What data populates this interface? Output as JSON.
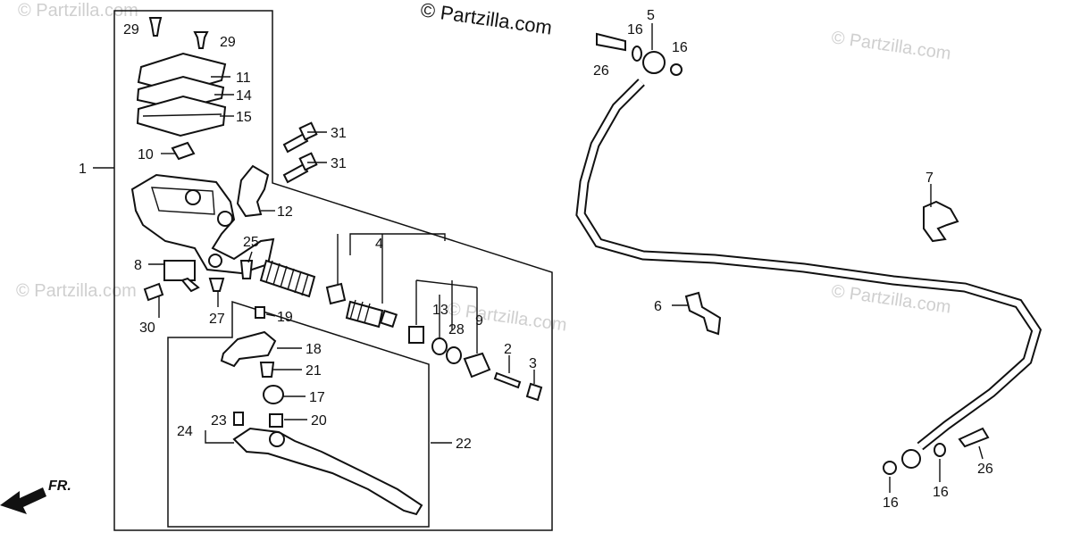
{
  "watermarks": {
    "main": "© Partzilla.com",
    "faded": "© Partzilla.com"
  },
  "direction_label": "FR.",
  "callouts": {
    "c1": "1",
    "c2": "2",
    "c3": "3",
    "c4": "4",
    "c5": "5",
    "c6": "6",
    "c7": "7",
    "c8": "8",
    "c9": "9",
    "c10": "10",
    "c11": "11",
    "c12": "12",
    "c13": "13",
    "c14": "14",
    "c15": "15",
    "c16": "16",
    "c17": "17",
    "c18": "18",
    "c19": "19",
    "c20": "20",
    "c21": "21",
    "c22": "22",
    "c23": "23",
    "c24": "24",
    "c25": "25",
    "c26": "26",
    "c27": "27",
    "c28": "28",
    "c29": "29",
    "c30": "30",
    "c31": "31"
  },
  "colors": {
    "ink": "#111111",
    "watermark": "#cfcfcf",
    "paper": "#ffffff"
  }
}
